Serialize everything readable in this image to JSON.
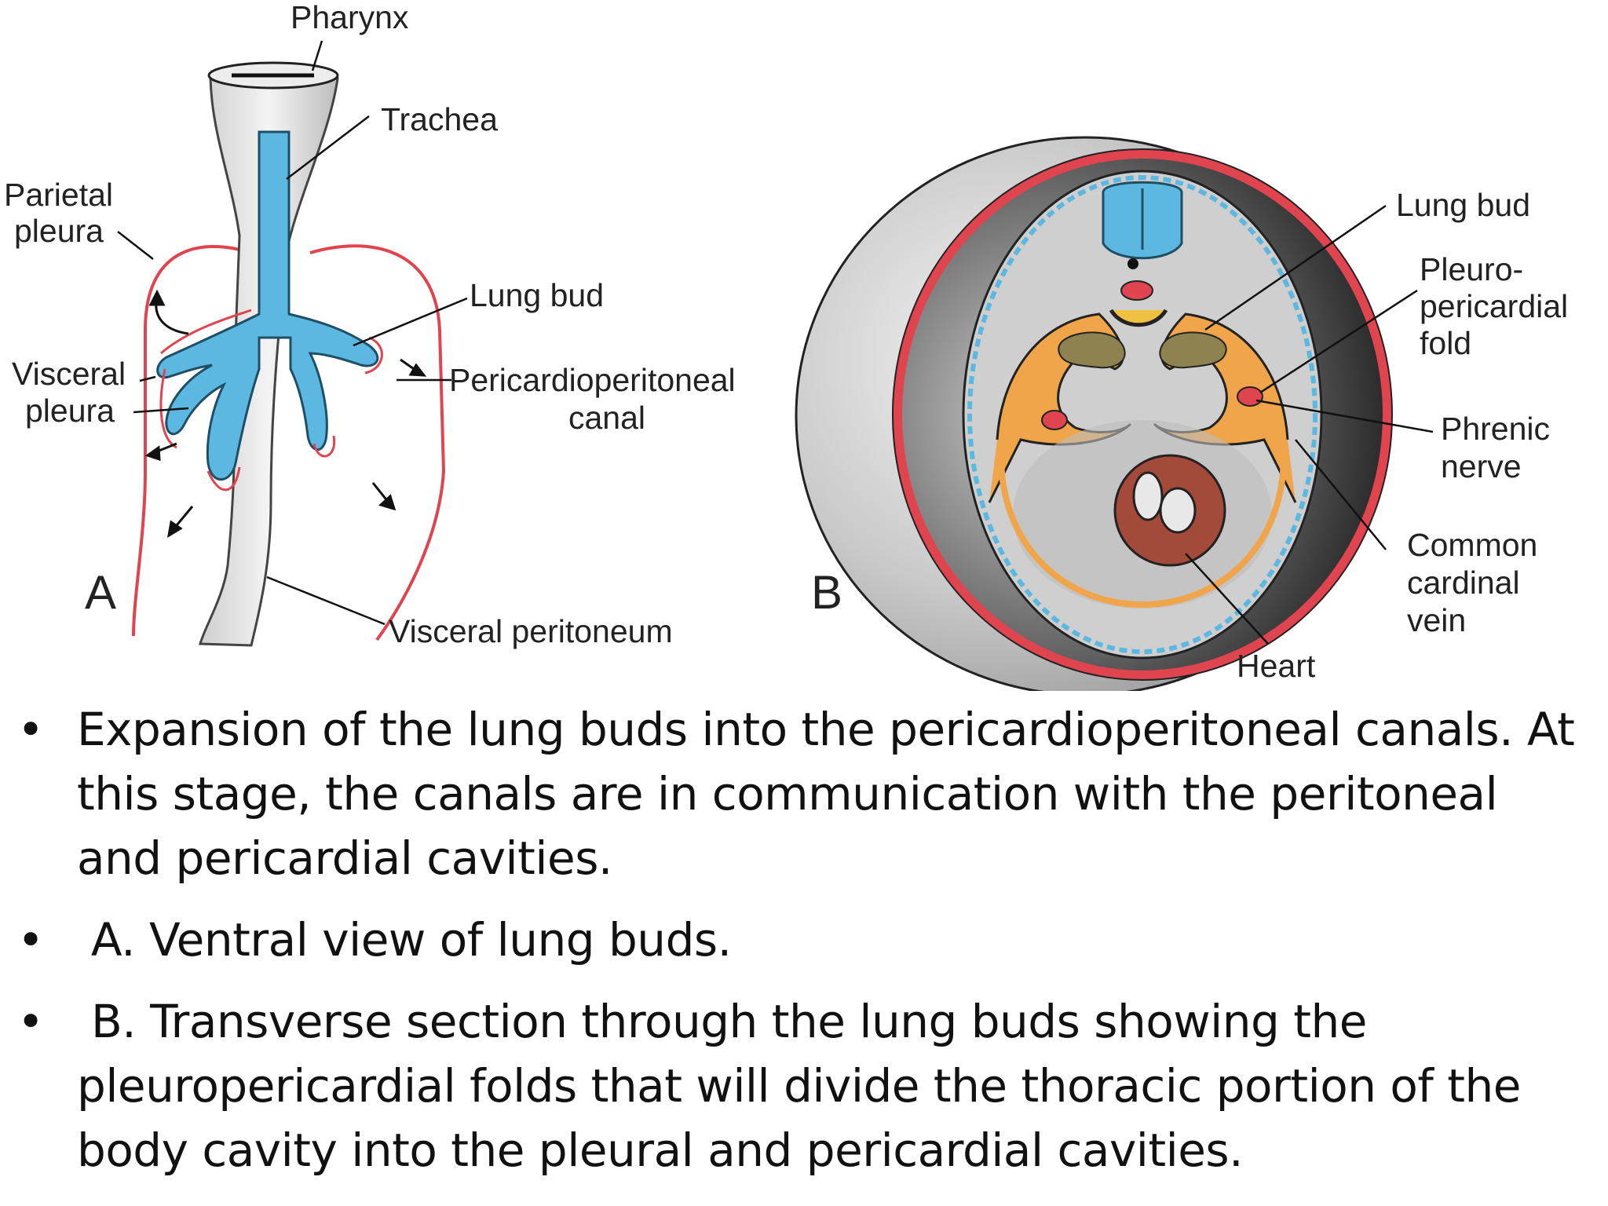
{
  "figure": {
    "panel_a": {
      "letter": "A",
      "labels": {
        "pharynx": "Pharynx",
        "trachea": "Trachea",
        "parietal_pleura_1": "Parietal",
        "parietal_pleura_2": "pleura",
        "lung_bud": "Lung bud",
        "visceral_pleura_1": "Visceral",
        "visceral_pleura_2": "pleura",
        "pericardioperitoneal_1": "Pericardioperitoneal",
        "pericardioperitoneal_2": "canal",
        "visceral_peritoneum": "Visceral peritoneum"
      }
    },
    "panel_b": {
      "letter": "B",
      "labels": {
        "lung_bud": "Lung bud",
        "pleuro_1": "Pleuro-",
        "pleuro_2": "pericardial",
        "pleuro_3": "fold",
        "phrenic_1": "Phrenic",
        "phrenic_2": "nerve",
        "common_1": "Common",
        "common_2": "cardinal",
        "common_3": "vein",
        "heart": "Heart"
      }
    },
    "colors": {
      "lung_blue": "#5cb8e0",
      "pleura_red": "#e0454f",
      "fold_orange": "#f0a54a",
      "lung_olive": "#8e8350",
      "heart_brown": "#a34a3a"
    }
  },
  "bullets": [
    "Expansion of the lung buds into the pericardioperitoneal canals. At this stage, the canals are in communication with the peritoneal and pericardial cavities.",
    " A. Ventral view of lung buds.",
    " B. Transverse section through the lung buds showing the pleuropericardial folds that will divide the thoracic portion of the body cavity into the pleural and pericardial cavities."
  ],
  "bullet_symbol": "•"
}
